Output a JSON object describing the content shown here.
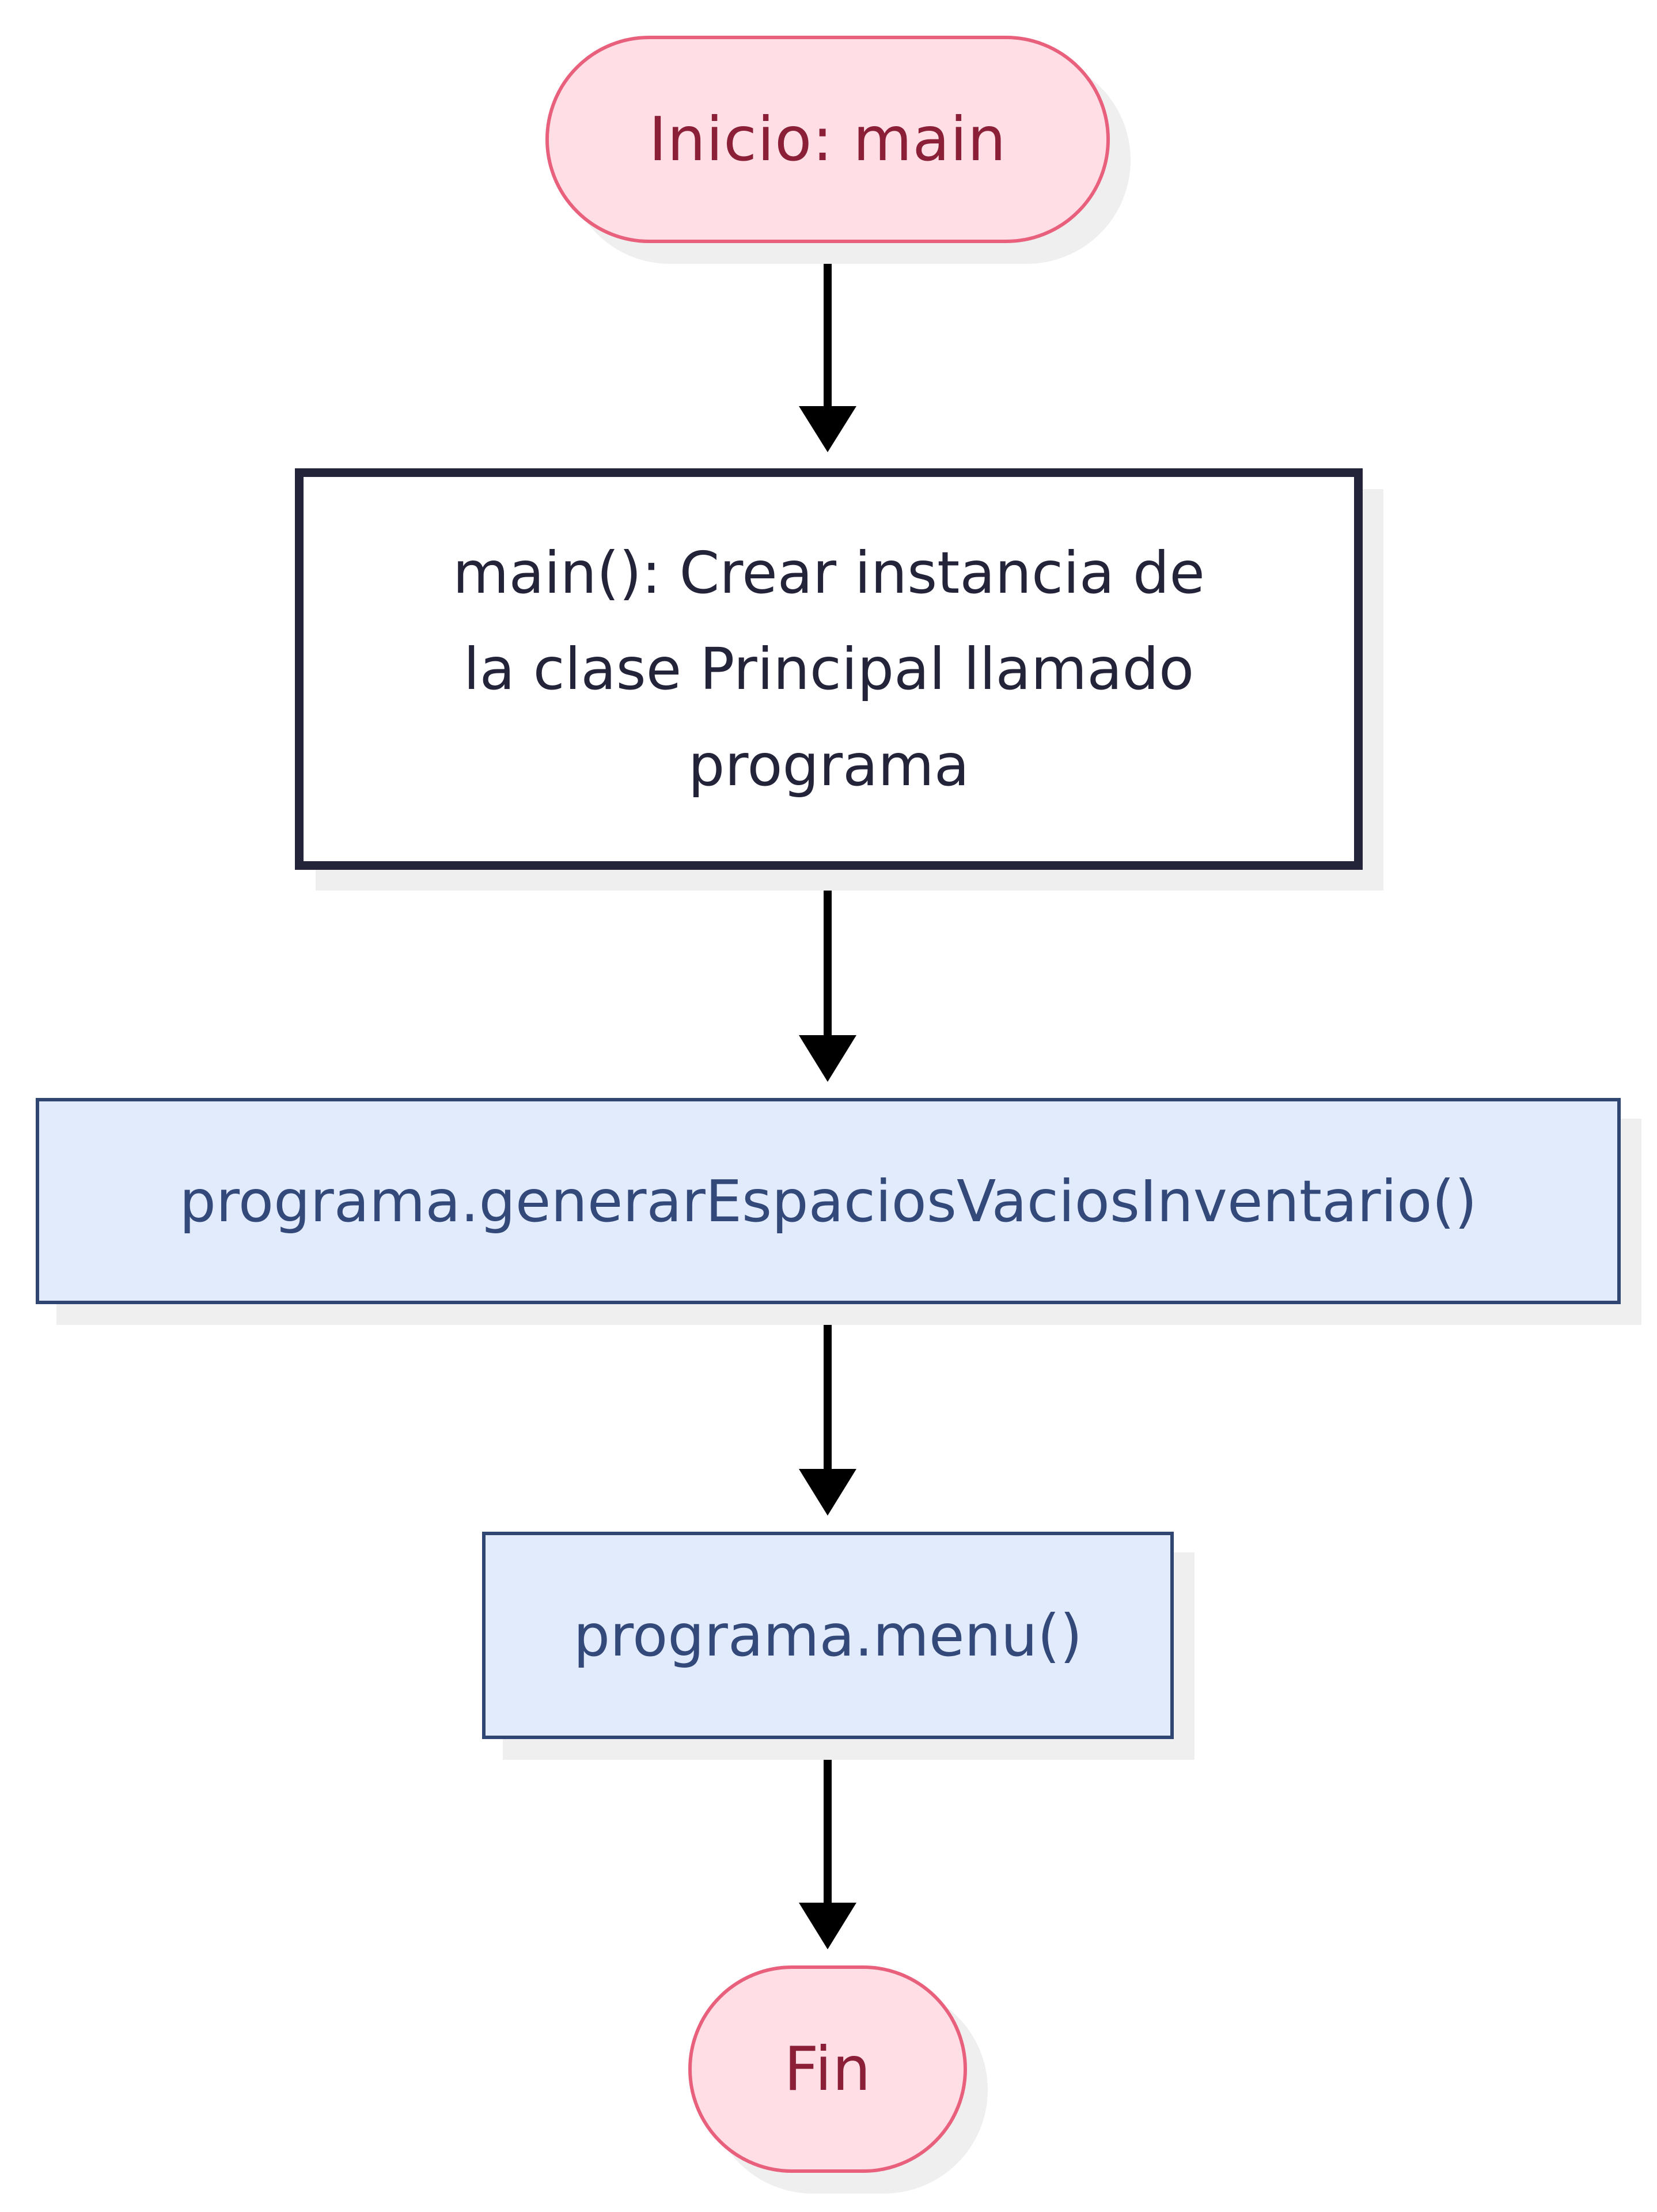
{
  "nodes": {
    "start": "Inicio: main",
    "main": "main(): Crear instancia de\nla clase Principal llamado\nprograma",
    "gen": "programa.generarEspaciosVaciosInventario()",
    "menu": "programa.menu()",
    "end": "Fin"
  },
  "colors": {
    "terminal_fill": "#ffdfe5",
    "terminal_stroke": "#e8607c",
    "terminal_text": "#8a1f37",
    "dark_box_stroke": "#23233a",
    "blue_box_fill": "#e1ebfc",
    "blue_box_stroke": "#2f4673",
    "blue_box_text": "#33497a",
    "arrow": "#000000"
  }
}
